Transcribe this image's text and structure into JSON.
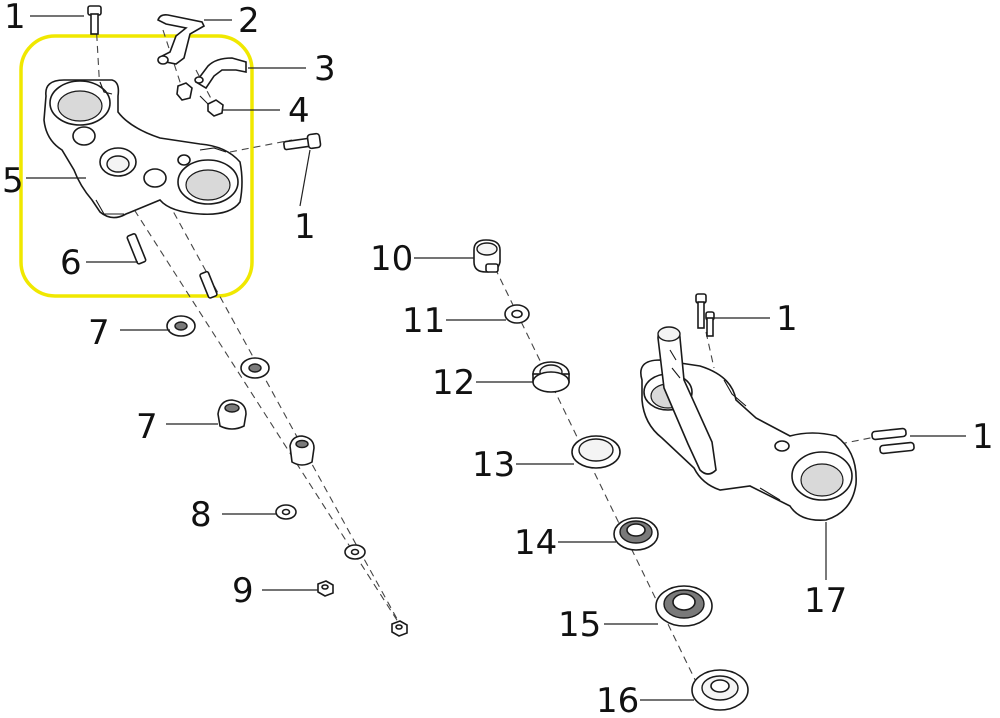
{
  "callouts": {
    "c1_top_bolt": "1",
    "c2_brake_line_clip": "2",
    "c3_hose_clamp": "3",
    "c4_clamp_bolt": "4",
    "c5_upper_triple_clamp": "5",
    "c1_clamp_pinch_bolt": "1",
    "c6_stud": "6",
    "c7_upper_rubber_mount": "7",
    "c7_lower_rubber_mount": "7",
    "c8_washer": "8",
    "c9_nut": "9",
    "c10_stem_nut": "10",
    "c11_stem_washer": "11",
    "c12_adjusting_nut": "12",
    "c13_dust_seal": "13",
    "c14_upper_bearing": "14",
    "c15_lower_bearing": "15",
    "c16_lower_dust_seal": "16",
    "c1_lower_clamp_bolt_top": "1",
    "c1_lower_clamp_bolt_side": "1",
    "c17_lower_triple_clamp": "17"
  },
  "highlight_color": "#f0e800",
  "line_color": "#222222"
}
